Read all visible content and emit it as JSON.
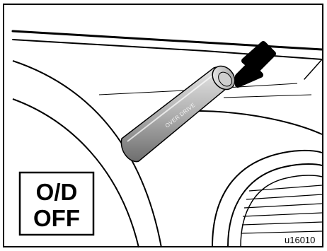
{
  "figure": {
    "lever_label": "OVER DRIVE",
    "indicator": {
      "line1": "O/D",
      "line2": "OFF"
    },
    "figure_code": "u16010"
  },
  "colors": {
    "outline": "#000000",
    "background": "#ffffff",
    "lever_light": "#d9d9d9",
    "lever_mid": "#a6a6a6",
    "lever_dark": "#6e6e6e",
    "arrow": "#000000"
  }
}
